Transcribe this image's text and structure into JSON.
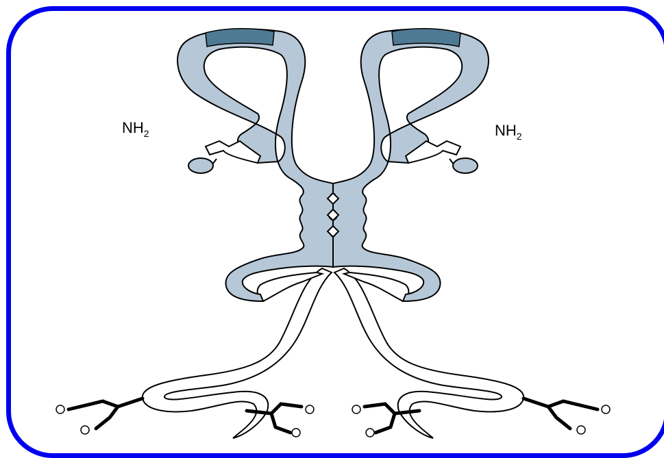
{
  "diagram": {
    "labels": [
      {
        "id": "left-amino-terminus",
        "main": "NH",
        "sub": "2"
      },
      {
        "id": "right-amino-terminus",
        "main": "NH",
        "sub": "2"
      }
    ]
  },
  "colors": {
    "border": "#0000f0",
    "heavy_chain_fill": "#b6c8d8",
    "variable_region_fill": "#4f7a93",
    "light_chain_fill": "#ffffff",
    "outline": "#000000"
  }
}
